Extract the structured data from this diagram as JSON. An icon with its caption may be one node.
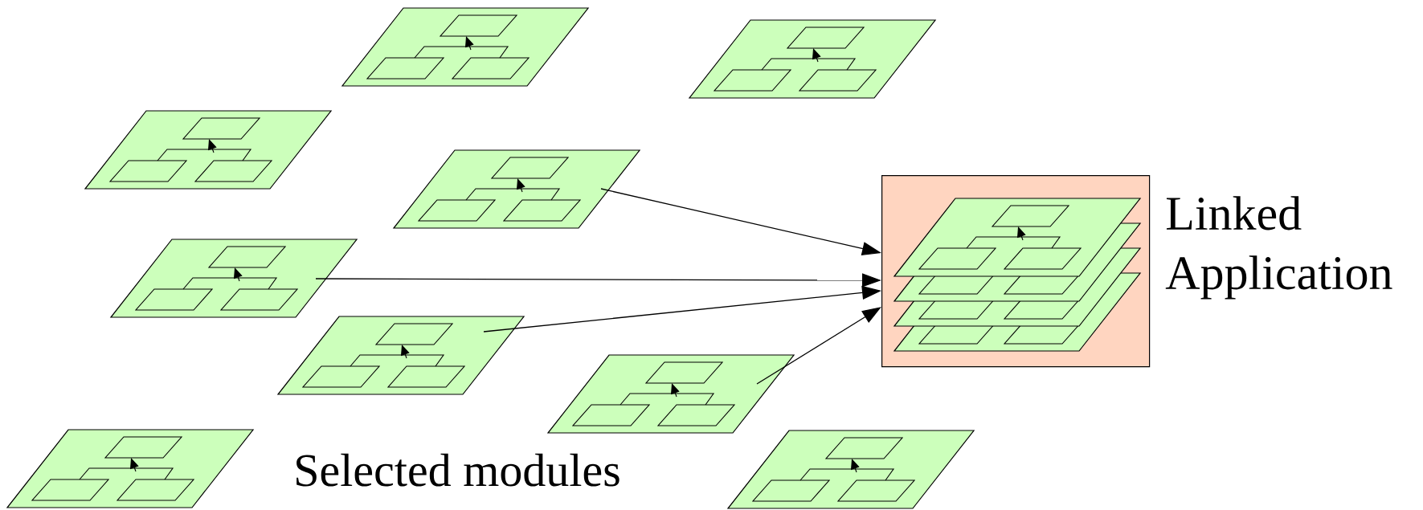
{
  "diagram": {
    "nodes": [
      {
        "text": [],
        "shape": "parallelogram"
      },
      {
        "text": [],
        "shape": "parallelogram"
      },
      {
        "text": [],
        "shape": "parallelogram"
      },
      {
        "text": [],
        "shape": "parallelogram"
      },
      {
        "text": [],
        "shape": "parallelogram"
      },
      {
        "text": [],
        "shape": "parallelogram"
      },
      {
        "text": [],
        "shape": "parallelogram"
      },
      {
        "text": [],
        "shape": "parallelogram"
      },
      {
        "text": [],
        "shape": "parallelogram"
      },
      {
        "text": [
          "Linked Application"
        ]
      }
    ],
    "edges": [
      {
        "from": 3,
        "to": 9,
        "arrow": "to"
      },
      {
        "from": 4,
        "to": 9,
        "arrow": "to"
      },
      {
        "from": 5,
        "to": 9,
        "arrow": "to"
      },
      {
        "from": 6,
        "to": 9,
        "arrow": "to"
      }
    ],
    "labels": [
      "Selected modules"
    ]
  }
}
